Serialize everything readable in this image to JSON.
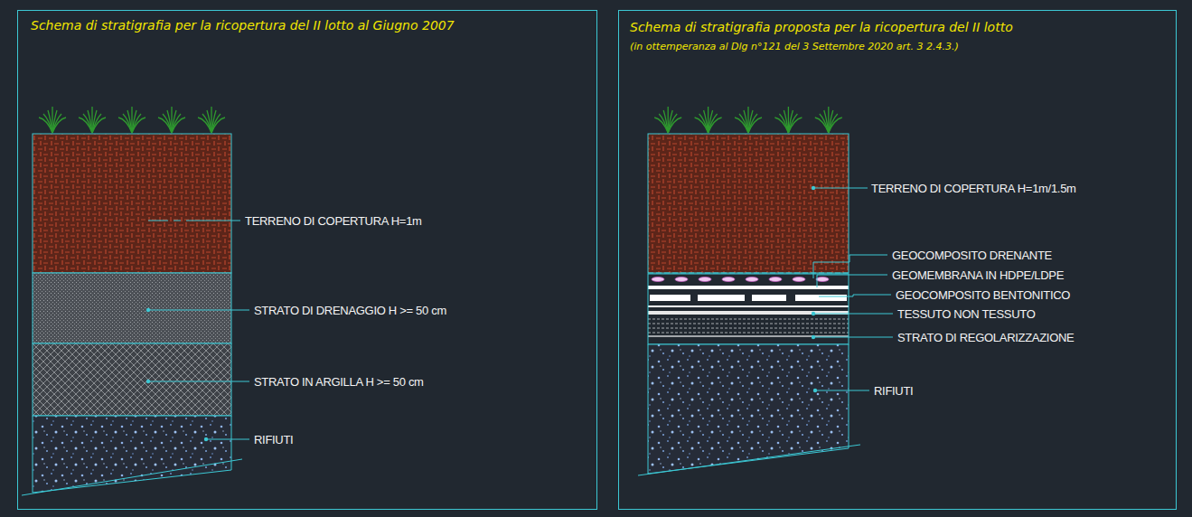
{
  "diagram": {
    "nodes": [
      {
        "text": [
          "Schema di stratigrafia per la ricopertura del II lotto al Giugno 2007"
        ]
      },
      {
        "text": [
          "Schema di stratigrafia proposta per la ricopertura del II lotto",
          "(in ottemperanza al Dlg n°121 del 3 Settembre 2020 art. 3 2.4.3.)"
        ]
      }
    ],
    "labels": [
      "TERRENO DI COPERTURA H=1m",
      "STRATO DI DRENAGGIO H >= 50 cm",
      "STRATO IN ARGILLA H >= 50 cm",
      "RIFIUTI",
      "TERRENO DI COPERTURA H=1m/1.5m",
      "GEOCOMPOSITO DRENANTE",
      "GEOMEMBRANA IN HDPE/LDPE",
      "GEOCOMPOSITO BENTONITICO",
      "TESSUTO NON TESSUTO",
      "STRATO DI REGOLARIZZAZIONE",
      "RIFIUTI"
    ]
  }
}
